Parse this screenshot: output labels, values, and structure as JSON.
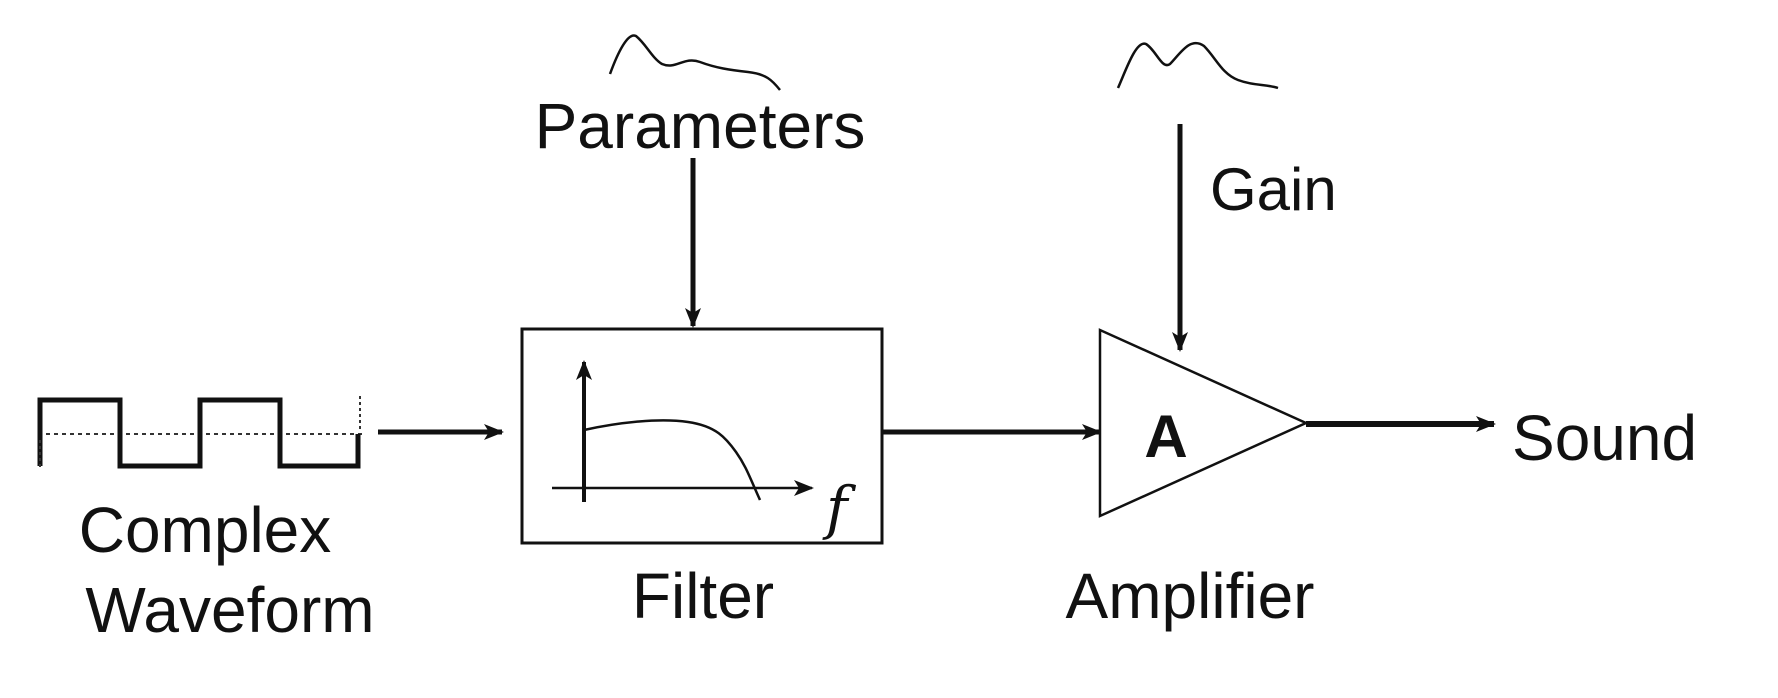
{
  "nodes": {
    "source": {
      "label_line1": "Complex",
      "label_line2": "Waveform"
    },
    "filter": {
      "label": "Filter",
      "control": "Parameters",
      "axis_label": "f"
    },
    "amplifier": {
      "label": "Amplifier",
      "symbol": "A",
      "control": "Gain"
    },
    "output": {
      "label": "Sound"
    }
  },
  "colors": {
    "stroke": "#111111",
    "background": "#ffffff"
  }
}
